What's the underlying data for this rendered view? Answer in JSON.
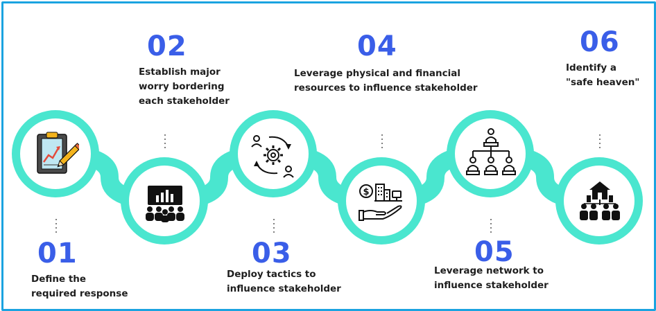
{
  "steps": [
    {
      "number": "01",
      "text_lines": [
        "Define the",
        "required response"
      ],
      "icon": "clipboard-chart-pencil-icon"
    },
    {
      "number": "02",
      "text_lines": [
        "Establish major",
        "worry bordering",
        "each stakeholder"
      ],
      "icon": "presentation-audience-icon"
    },
    {
      "number": "03",
      "text_lines": [
        "Deploy tactics to",
        "influence stakeholder"
      ],
      "icon": "gear-people-cycle-icon"
    },
    {
      "number": "04",
      "text_lines": [
        "Leverage physical and financial",
        "resources to influence stakeholder"
      ],
      "icon": "hand-money-building-icon"
    },
    {
      "number": "05",
      "text_lines": [
        "Leverage network to",
        "influence stakeholder"
      ],
      "icon": "org-hierarchy-icon"
    },
    {
      "number": "06",
      "text_lines": [
        "Identify a",
        "\"safe heaven\""
      ],
      "icon": "shelter-people-icon"
    }
  ],
  "colors": {
    "band": "#4ae6cf",
    "circle": "#ffffff",
    "number": "#3a5ee8",
    "text": "#1e1e1e",
    "border": "#1aa3e0"
  }
}
